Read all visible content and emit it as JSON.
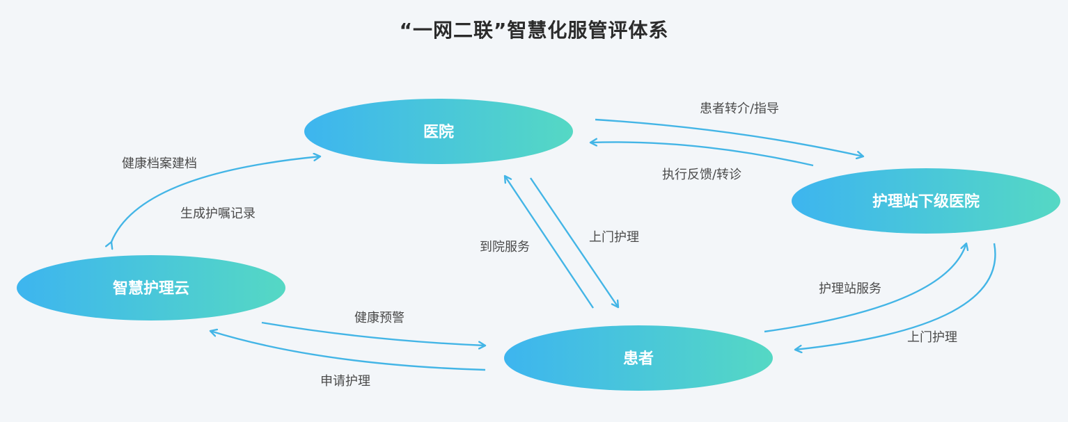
{
  "title": "“一网二联”智慧化服管评体系",
  "colors": {
    "node_gradient_start": "#3db5ef",
    "node_gradient_end": "#55d8c4",
    "arrow": "#43b5e6",
    "background": "#f3f6f9"
  },
  "nodes": {
    "hospital": "医院",
    "nursing_station": "护理站下级医院",
    "smart_cloud": "智慧护理云",
    "patient": "患者"
  },
  "edges": {
    "referral_guidance": "患者转介/指导",
    "feedback_transfer": "执行反馈/转诊",
    "health_record": "健康档案建档",
    "nursing_order_record": "生成护嘱记录",
    "hospital_visit": "到院服务",
    "home_care_hospital": "上门护理",
    "station_service": "护理站服务",
    "home_care_station": "上门护理",
    "health_warning": "健康预警",
    "apply_care": "申请护理"
  }
}
